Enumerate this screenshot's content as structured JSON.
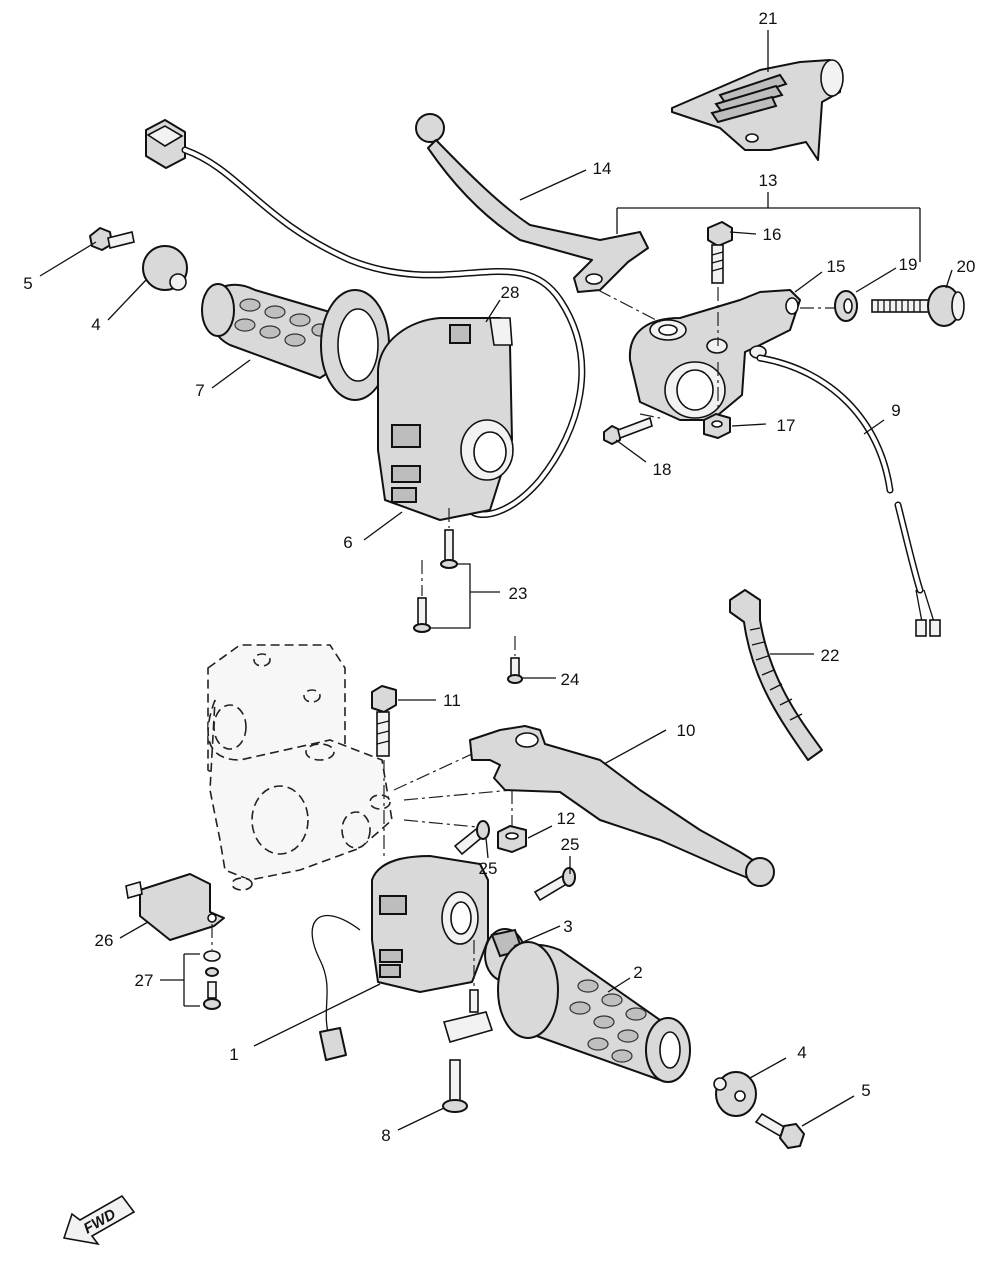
{
  "diagram": {
    "direction_badge": "FWD",
    "callouts": [
      {
        "id": "c21",
        "label": "21"
      },
      {
        "id": "c13",
        "label": "13"
      },
      {
        "id": "c14",
        "label": "14"
      },
      {
        "id": "c16",
        "label": "16"
      },
      {
        "id": "c15",
        "label": "15"
      },
      {
        "id": "c19",
        "label": "19"
      },
      {
        "id": "c20",
        "label": "20"
      },
      {
        "id": "c5a",
        "label": "5"
      },
      {
        "id": "c4a",
        "label": "4"
      },
      {
        "id": "c7",
        "label": "7"
      },
      {
        "id": "c28",
        "label": "28"
      },
      {
        "id": "c17",
        "label": "17"
      },
      {
        "id": "c18",
        "label": "18"
      },
      {
        "id": "c9",
        "label": "9"
      },
      {
        "id": "c6",
        "label": "6"
      },
      {
        "id": "c23",
        "label": "23"
      },
      {
        "id": "c22",
        "label": "22"
      },
      {
        "id": "c24",
        "label": "24"
      },
      {
        "id": "c11",
        "label": "11"
      },
      {
        "id": "c10",
        "label": "10"
      },
      {
        "id": "c12",
        "label": "12"
      },
      {
        "id": "c25a",
        "label": "25"
      },
      {
        "id": "c25b",
        "label": "25"
      },
      {
        "id": "c3",
        "label": "3"
      },
      {
        "id": "c26",
        "label": "26"
      },
      {
        "id": "c2",
        "label": "2"
      },
      {
        "id": "c27",
        "label": "27"
      },
      {
        "id": "c4b",
        "label": "4"
      },
      {
        "id": "c1",
        "label": "1"
      },
      {
        "id": "c5b",
        "label": "5"
      },
      {
        "id": "c8",
        "label": "8"
      }
    ]
  }
}
